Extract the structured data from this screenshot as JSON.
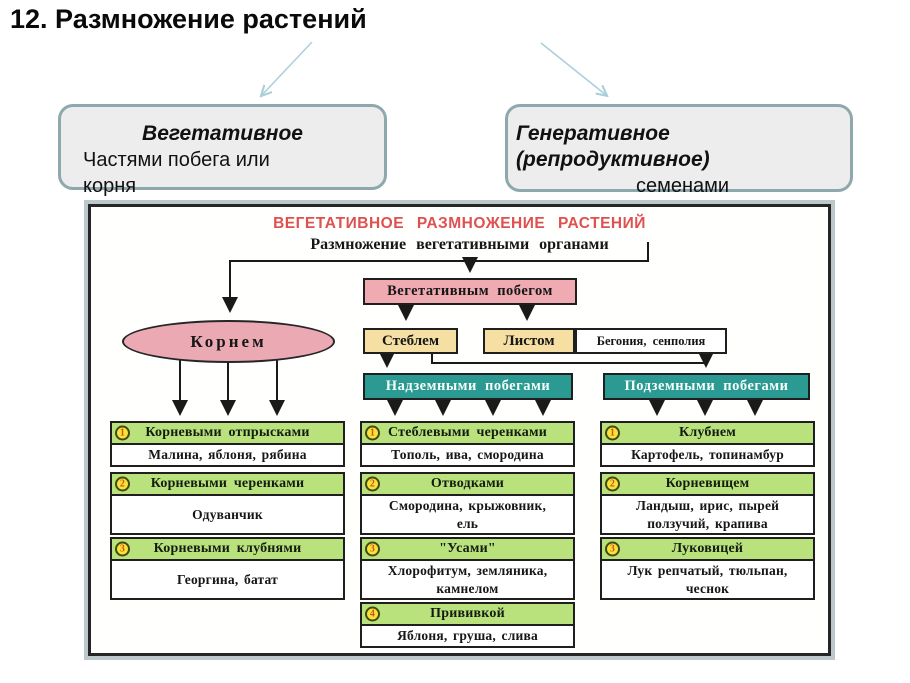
{
  "page": {
    "title": "12. Размножение растений"
  },
  "classification": {
    "left": {
      "title": "Вегетативное",
      "body": "Частями побега или корня"
    },
    "right": {
      "title": "Генеративное (репродуктивное)",
      "body": "семенами"
    }
  },
  "diagram": {
    "title": "ВЕГЕТАТИВНОЕ РАЗМНОЖЕНИЕ РАСТЕНИЙ",
    "subtitle": "Размножение вегетативными органами",
    "nodes": {
      "root": "Корнем",
      "shoot": "Вегетативным побегом",
      "stem": "Стеблем",
      "leaf": "Листом",
      "leaf_examples": "Бегония, сенполия",
      "above_ground": "Надземными побегами",
      "below_ground": "Подземными побегами"
    },
    "columns": [
      {
        "id": "root-column",
        "units": [
          {
            "num": "1",
            "header": "Корневыми отпрысками",
            "examples": "Малина, яблоня, рябина"
          },
          {
            "num": "2",
            "header": "Корневыми черенками",
            "examples": "Одуванчик"
          },
          {
            "num": "3",
            "header": "Корневыми клубнями",
            "examples": "Георгина, батат"
          }
        ]
      },
      {
        "id": "above-ground-column",
        "units": [
          {
            "num": "1",
            "header": "Стеблевыми черенками",
            "examples": "Тополь, ива, смородина"
          },
          {
            "num": "2",
            "header": "Отводками",
            "examples": "Смородина, крыжовник,\nель"
          },
          {
            "num": "3",
            "header": "\"Усами\"",
            "examples": "Хлорофитум, земляника,\nкамнелом"
          },
          {
            "num": "4",
            "header": "Прививкой",
            "examples": "Яблоня, груша, слива"
          }
        ]
      },
      {
        "id": "below-ground-column",
        "units": [
          {
            "num": "1",
            "header": "Клубнем",
            "examples": "Картофель, топинамбур"
          },
          {
            "num": "2",
            "header": "Корневищем",
            "examples": "Ландыш, ирис, пырей\nползучий, крапива"
          },
          {
            "num": "3",
            "header": "Луковицей",
            "examples": "Лук репчатый, тюльпан,\nчеснок"
          }
        ]
      }
    ],
    "colors": {
      "red_title": "#df5050",
      "pink": "#efaab2",
      "tan": "#f5dfa3",
      "teal": "#2a9a93",
      "green_header": "#b9e27d",
      "number_circle": "#f6e33c",
      "number_text": "#d94e12",
      "frame": "#bcc8ca",
      "class_box_fill": "#ededed",
      "class_box_border": "#8ea9ad",
      "top_arrow_blue": "#aacfdb"
    }
  }
}
